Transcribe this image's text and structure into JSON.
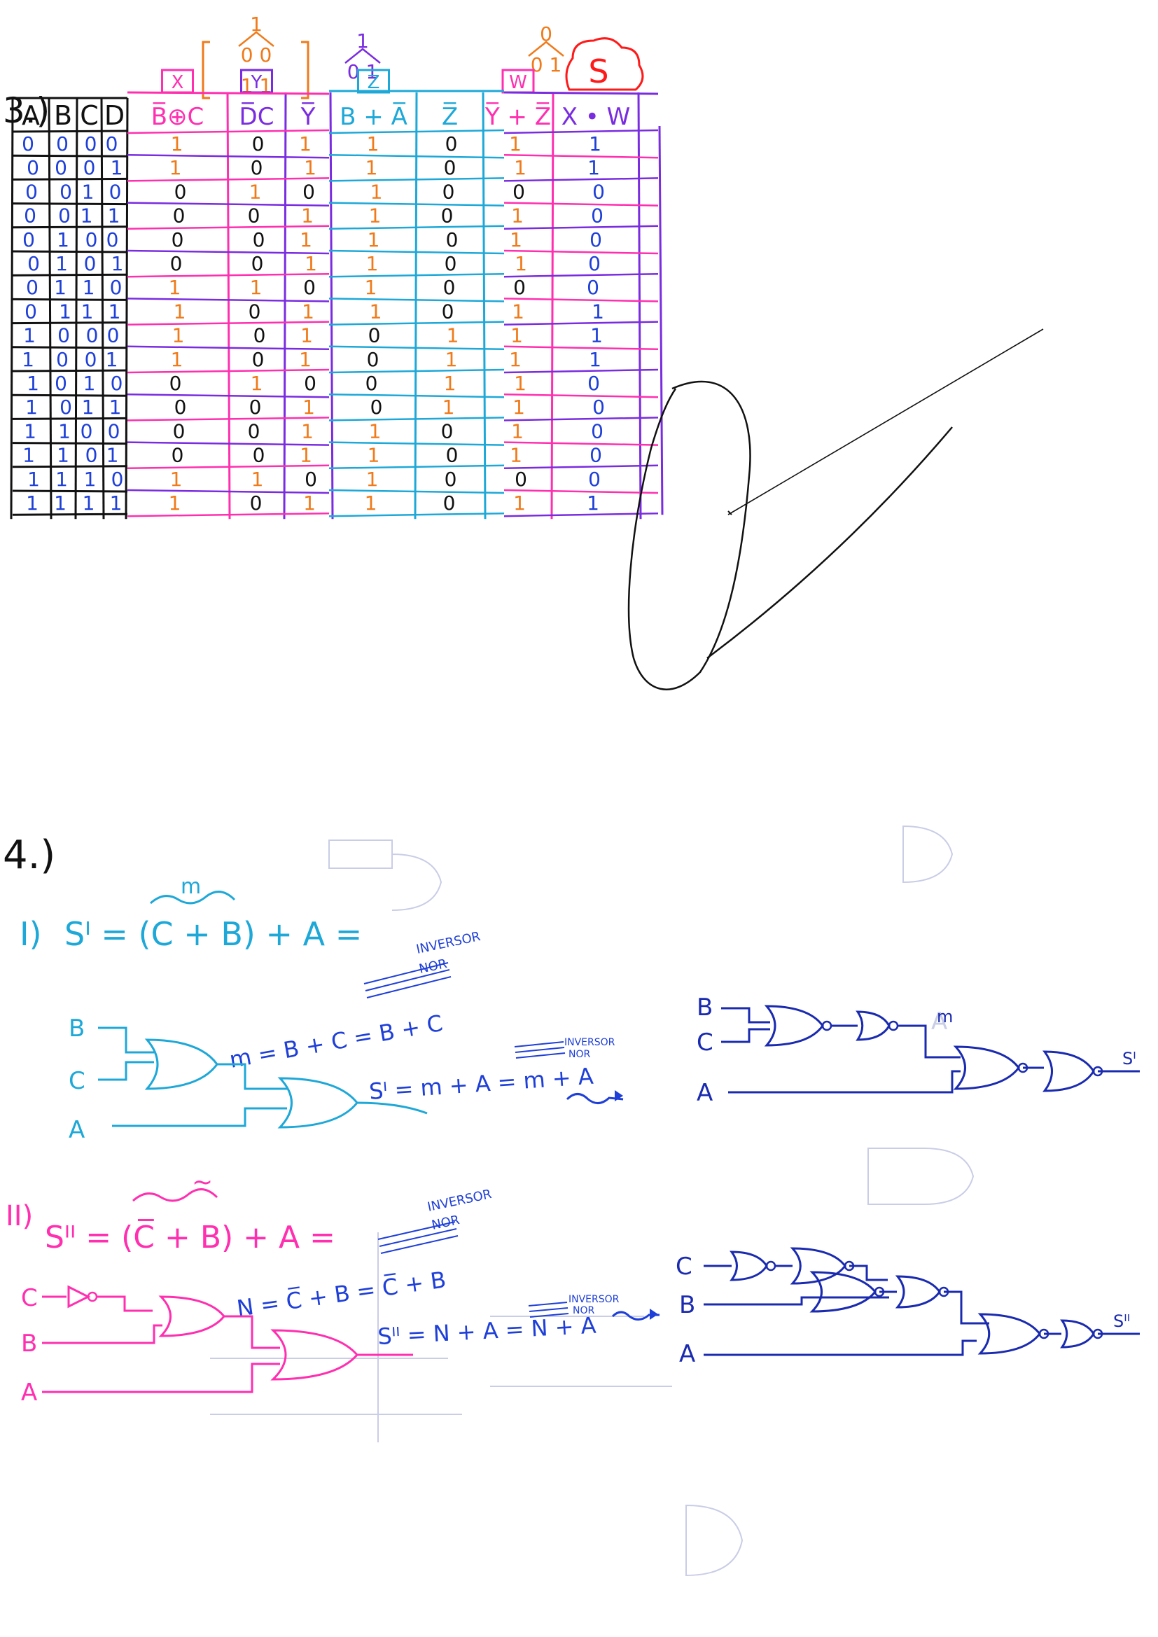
{
  "section3": {
    "number": "3.)",
    "headers": [
      "A",
      "B",
      "C",
      "D",
      "B̅⊕C",
      "D̅C",
      "Y̅",
      "B + A̅",
      "Z̅",
      "Y̅ + Z̅",
      "X • W"
    ],
    "header_colors": [
      "#111111",
      "#111111",
      "#111111",
      "#111111",
      "#ff2fb0",
      "#7a2ce0",
      "#7a2ce0",
      "#1ea8d8",
      "#1ea8d8",
      "#ff2fb0",
      "#7a2ce0"
    ],
    "header_tags": [
      {
        "col": 4,
        "text": "X",
        "color": "#ff2fb0"
      },
      {
        "col": 5,
        "text": "Y",
        "color": "#7a2ce0"
      },
      {
        "col": 7,
        "text": "Z",
        "color": "#1ea8d8"
      },
      {
        "col": 9,
        "text": "W",
        "color": "#ff2fb0"
      },
      {
        "col": 10,
        "text": "S",
        "color": "#ff1a1a"
      }
    ],
    "trees": [
      {
        "lines": [
          "1",
          "0      0",
          "1      1"
        ],
        "color": "#f07a1a"
      },
      {
        "lines": [
          "1",
          "0  1"
        ],
        "color": "#7a2ce0"
      },
      {
        "lines": [
          "0",
          "0      1"
        ],
        "color": "#f07a1a"
      }
    ],
    "rows": [
      [
        "0",
        "0",
        "0",
        "0",
        "1",
        "0",
        "1",
        "1",
        "0",
        "1",
        "1"
      ],
      [
        "0",
        "0",
        "0",
        "1",
        "1",
        "0",
        "1",
        "1",
        "0",
        "1",
        "1"
      ],
      [
        "0",
        "0",
        "1",
        "0",
        "0",
        "1",
        "0",
        "1",
        "0",
        "0",
        "0"
      ],
      [
        "0",
        "0",
        "1",
        "1",
        "0",
        "0",
        "1",
        "1",
        "0",
        "1",
        "0"
      ],
      [
        "0",
        "1",
        "0",
        "0",
        "0",
        "0",
        "1",
        "1",
        "0",
        "1",
        "0"
      ],
      [
        "0",
        "1",
        "0",
        "1",
        "0",
        "0",
        "1",
        "1",
        "0",
        "1",
        "0"
      ],
      [
        "0",
        "1",
        "1",
        "0",
        "1",
        "1",
        "0",
        "1",
        "0",
        "0",
        "0"
      ],
      [
        "0",
        "1",
        "1",
        "1",
        "1",
        "0",
        "1",
        "1",
        "0",
        "1",
        "1"
      ],
      [
        "1",
        "0",
        "0",
        "0",
        "1",
        "0",
        "1",
        "0",
        "1",
        "1",
        "1"
      ],
      [
        "1",
        "0",
        "0",
        "1",
        "1",
        "0",
        "1",
        "0",
        "1",
        "1",
        "1"
      ],
      [
        "1",
        "0",
        "1",
        "0",
        "0",
        "1",
        "0",
        "0",
        "1",
        "1",
        "0"
      ],
      [
        "1",
        "0",
        "1",
        "1",
        "0",
        "0",
        "1",
        "0",
        "1",
        "1",
        "0"
      ],
      [
        "1",
        "1",
        "0",
        "0",
        "0",
        "0",
        "1",
        "1",
        "0",
        "1",
        "0"
      ],
      [
        "1",
        "1",
        "0",
        "1",
        "0",
        "0",
        "1",
        "1",
        "0",
        "1",
        "0"
      ],
      [
        "1",
        "1",
        "1",
        "0",
        "1",
        "1",
        "0",
        "1",
        "0",
        "0",
        "0"
      ],
      [
        "1",
        "1",
        "1",
        "1",
        "1",
        "0",
        "1",
        "1",
        "0",
        "1",
        "1"
      ]
    ],
    "value_colors": {
      "inputs": "#1e3fd8",
      "one": "#f07a1a",
      "zero": "#111111",
      "result": "#1e3fd8"
    }
  },
  "section4": {
    "number": "4.)",
    "part1": {
      "label": "I)",
      "equation": "Sᴵ = (C + B) + A =",
      "brace_label": "m",
      "note_inversor": "INVERSOR",
      "note_nor": "NOR",
      "m_def": "m = B + C = B + C",
      "s_def": "Sᴵ = m + A = m + A",
      "inputs": [
        "B",
        "C",
        "A"
      ],
      "nor_inputs": [
        "B",
        "C",
        "A"
      ],
      "m_label": "m",
      "out_label": "Sᴵ"
    },
    "part2": {
      "label": "II)",
      "equation": "Sᴵᴵ = (C̅ + B) + A =",
      "brace_label": "~",
      "note_inversor": "INVERSOR",
      "note_nor": "NOR",
      "n_def": "N = C̅ + B = C̅ + B",
      "s_def": "Sᴵᴵ = N + A = N + A",
      "inputs": [
        "C",
        "B",
        "A"
      ],
      "nor_inputs": [
        "C",
        "B",
        "A"
      ],
      "out_label": "Sᴵᴵ"
    },
    "colors": {
      "part1": "#1ea8d8",
      "part2": "#ff2fb0",
      "nor": "#1a2bb0",
      "notes": "#1e3fd8"
    }
  }
}
